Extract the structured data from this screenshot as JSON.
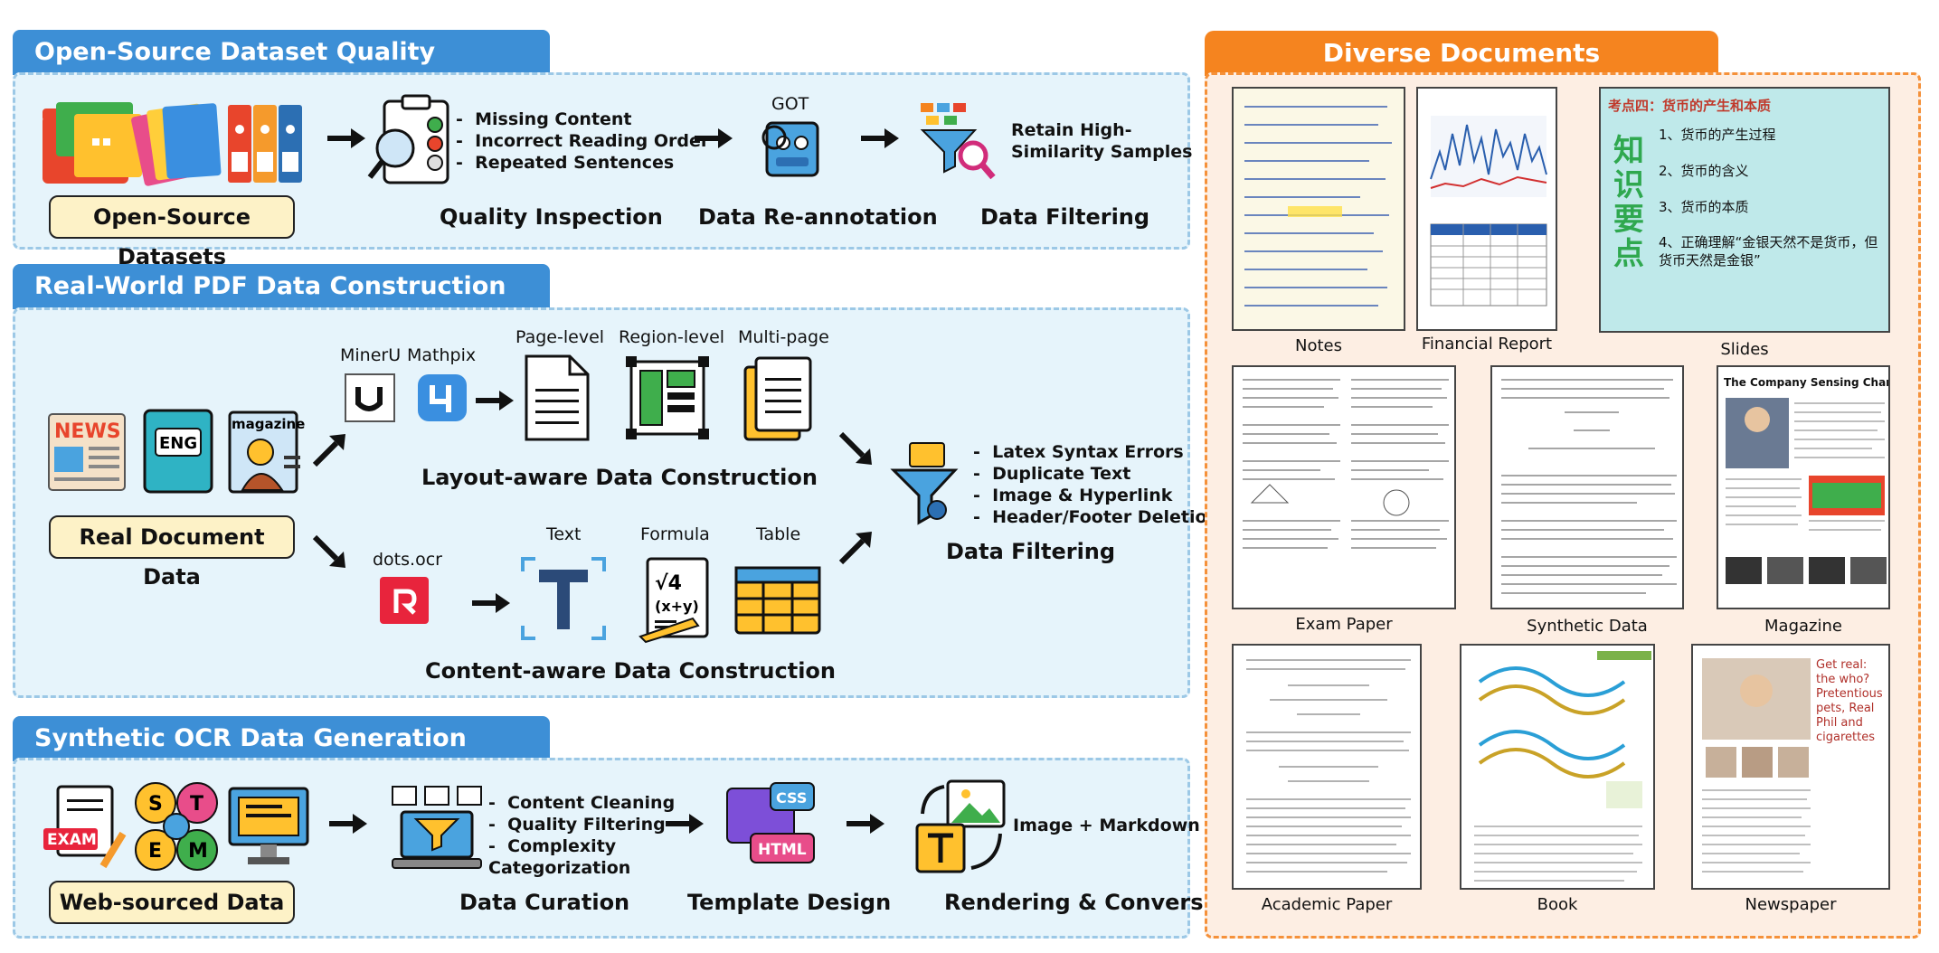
{
  "sections": {
    "open_source": {
      "title": "Open-Source Dataset Quality Enhancement",
      "source_label": "Open-Source Datasets",
      "inspection_label": "Quality Inspection",
      "inspection_items": [
        "Missing Content",
        "Incorrect Reading Order",
        "Repeated Sentences"
      ],
      "got_label": "GOT",
      "reannotation_label": "Data Re-annotation",
      "filter_note": "Retain High-\nSimilarity Samples",
      "filter_label": "Data Filtering"
    },
    "real_pdf": {
      "title": "Real-World PDF Data Construction",
      "source_label": "Real Document Data",
      "tool_mineru": "MinerU",
      "tool_mathpix": "Mathpix",
      "tool_dots": "dots.ocr",
      "page_level": "Page-level",
      "region_level": "Region-level",
      "multi_page": "Multi-page",
      "layout_label": "Layout-aware Data Construction",
      "text": "Text",
      "formula": "Formula",
      "table": "Table",
      "content_label": "Content-aware Data Construction",
      "filter_items": [
        "Latex Syntax Errors",
        "Duplicate Text",
        "Image & Hyperlink",
        "Header/Footer Deletion"
      ],
      "filter_label": "Data Filtering",
      "news_icon_text": "NEWS",
      "eng_icon_text": "ENG",
      "magazine_icon_text": "magazine"
    },
    "synthetic": {
      "title": "Synthetic OCR Data Generation",
      "source_label": "Web-sourced Data",
      "curation_items": [
        "Content Cleaning",
        "Quality Filtering",
        "Complexity Categorization"
      ],
      "curation_label": "Data Curation",
      "template_label": "Template Design",
      "render_note": "Image + Markdown",
      "render_label": "Rendering & Conversion",
      "exam_icon_text": "EXAM",
      "css_text": "CSS",
      "html_text": "HTML",
      "stem": [
        "S",
        "T",
        "E",
        "M"
      ]
    }
  },
  "documents": {
    "title": "Diverse Documents",
    "items": [
      "Notes",
      "Financial Report",
      "Slides",
      "Exam Paper",
      "Synthetic Data",
      "Magazine",
      "Academic Paper",
      "Book",
      "Newspaper"
    ],
    "slides_lines": [
      "考点四：货币的产生和本质",
      "1、货币的产生过程",
      "2、货币的含义",
      "3、货币的本质",
      "4、正确理解“金银天然不是货币，但货币天然是金银”"
    ],
    "slides_vertical": "知识要点",
    "magazine_heading": "The Company Sensing Change",
    "newspaper_heading": "Get real: the who? Pretentious pets, Real Phil and cigarettes"
  },
  "colors": {
    "section_blue": "#3d8fd6",
    "section_bg": "#e6f4fb",
    "docs_orange": "#f5841f",
    "docs_bg": "#fdeee3",
    "pill_bg": "#fdf2c7"
  }
}
